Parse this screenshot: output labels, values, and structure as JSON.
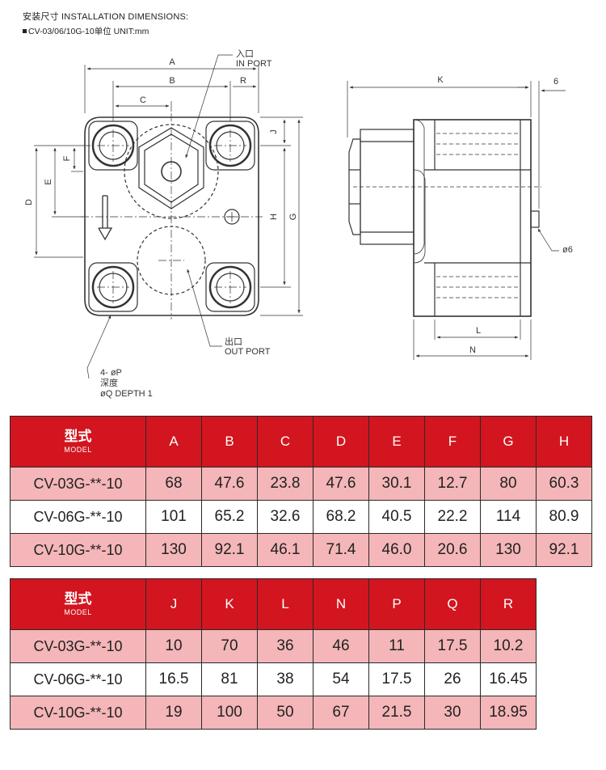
{
  "header": {
    "title": "安装尺寸 INSTALLATION DIMENSIONS:",
    "subtitle": "CV-03/06/10G-10单位 UNIT:mm"
  },
  "drawing": {
    "in_port_zh": "入口",
    "in_port_en": "IN PORT",
    "out_port_zh": "出口",
    "out_port_en": "OUT PORT",
    "hole_line1": "4- øP",
    "hole_line2": "深度",
    "hole_line3": "øQ DEPTH 1",
    "dims": {
      "A": "A",
      "B": "B",
      "C": "C",
      "R": "R",
      "J": "J",
      "F": "F",
      "E": "E",
      "D": "D",
      "H": "H",
      "G": "G",
      "K": "K",
      "L": "L",
      "N": "N",
      "six": "6",
      "dia6": "ø6"
    }
  },
  "table1": {
    "model_zh": "型式",
    "model_en": "MODEL",
    "headers": [
      "A",
      "B",
      "C",
      "D",
      "E",
      "F",
      "G",
      "H"
    ],
    "rows": [
      {
        "model": "CV-03G-**-10",
        "values": [
          "68",
          "47.6",
          "23.8",
          "47.6",
          "30.1",
          "12.7",
          "80",
          "60.3"
        ]
      },
      {
        "model": "CV-06G-**-10",
        "values": [
          "101",
          "65.2",
          "32.6",
          "68.2",
          "40.5",
          "22.2",
          "114",
          "80.9"
        ]
      },
      {
        "model": "CV-10G-**-10",
        "values": [
          "130",
          "92.1",
          "46.1",
          "71.4",
          "46.0",
          "20.6",
          "130",
          "92.1"
        ]
      }
    ]
  },
  "table2": {
    "model_zh": "型式",
    "model_en": "MODEL",
    "headers": [
      "J",
      "K",
      "L",
      "N",
      "P",
      "Q",
      "R"
    ],
    "rows": [
      {
        "model": "CV-03G-**-10",
        "values": [
          "10",
          "70",
          "36",
          "46",
          "11",
          "17.5",
          "10.2"
        ]
      },
      {
        "model": "CV-06G-**-10",
        "values": [
          "16.5",
          "81",
          "38",
          "54",
          "17.5",
          "26",
          "16.45"
        ]
      },
      {
        "model": "CV-10G-**-10",
        "values": [
          "19",
          "100",
          "50",
          "67",
          "21.5",
          "30",
          "18.95"
        ]
      }
    ]
  }
}
